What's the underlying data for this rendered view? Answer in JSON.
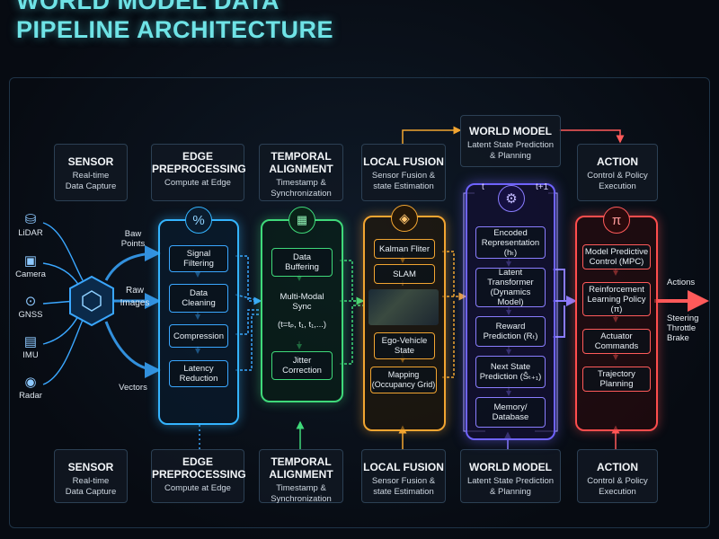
{
  "title": {
    "line1": "WORLD MODEL DATA",
    "line2": "PIPELINE ARCHITECTURE"
  },
  "top_headers": [
    {
      "title": "SENSOR",
      "subtitle": "Real-time\nData Capture"
    },
    {
      "title": "EDGE\nPREPROCESSING",
      "subtitle": "Compute at Edge"
    },
    {
      "title": "TEMPORAL\nALIGNMENT",
      "subtitle": "Timestamp &\nSynchronization"
    },
    {
      "title": "LOCAL FUSION",
      "subtitle": "Sensor Fusion &\nstate Estimation"
    },
    {
      "title": "WORLD MODEL",
      "subtitle": "Latent State Prediction\n& Planning"
    },
    {
      "title": "ACTION",
      "subtitle": "Control & Policy\nExecution"
    }
  ],
  "bottom_headers": [
    {
      "title": "SENSOR",
      "subtitle": "Real-time\nData Capture"
    },
    {
      "title": "EDGE\nPREPROCESSING",
      "subtitle": "Compute at Edge"
    },
    {
      "title": "TEMPORAL\nALIGNMENT",
      "subtitle": "Timestamp &\nSynchronization"
    },
    {
      "title": "LOCAL FUSION",
      "subtitle": "Sensor Fusion &\nstate Estimation"
    },
    {
      "title": "WORLD MODEL",
      "subtitle": "Latent State Prediction\n& Planning"
    },
    {
      "title": "ACTION",
      "subtitle": "Control & Policy\nExecution"
    }
  ],
  "sensors": [
    "LiDAR",
    "Camera",
    "GNSS",
    "IMU",
    "Radar"
  ],
  "flow_labels": [
    "Baw\nPoints",
    "Raw\nImages",
    "Vectors"
  ],
  "edge_blocks": [
    "Signal\nFiltering",
    "Data\nCleaning",
    "Compression",
    "Latency\nReduction"
  ],
  "temporal_blocks": [
    "Data\nBuffering",
    "Multi-Modal\nSync",
    "(t=tₚ, t₁, t₁,...)",
    "Jitter\nCorrection"
  ],
  "fusion_blocks": [
    "Kalman Fliter",
    "SLAM",
    "Ego-Vehicle\nState",
    "Mapping\n(Occupancy Grid)"
  ],
  "world_time": {
    "t": "t",
    "t1": "t+1"
  },
  "world_blocks": [
    "Encoded\nRepresentation (hₜ)",
    "Latent\nTransformer\n(Dynamics Model)",
    "Reward\nPrediction (Rₜ)",
    "Next State\nPrediction (Ŝₜ₊₁)",
    "Memory/\nDatabase"
  ],
  "action_blocks": [
    "Model Predictive\nControl (MPC)",
    "Reinforcement\nLearning Policy\n(π)",
    "Actuator\nCommands",
    "Trajectory\nPlanning"
  ],
  "stage_icons": {
    "edge": "%",
    "temporal": "▦",
    "fusion": "◈",
    "world": "⚙",
    "action": "π"
  },
  "outputs": {
    "label": "Actions",
    "items": "Steering\nThrottle\nBrake"
  },
  "icons": {
    "lidar": "database-icon",
    "camera": "camera-icon",
    "gnss": "location-pin-icon",
    "imu": "chip-icon",
    "radar": "radar-icon"
  },
  "colors": {
    "sensor": "#3aa0ff",
    "edge": "#34b4ff",
    "temporal": "#3fd97a",
    "fusion": "#f2a531",
    "world": "#6f63ff",
    "action": "#ff4d4d",
    "title": "#6fe3e6"
  }
}
